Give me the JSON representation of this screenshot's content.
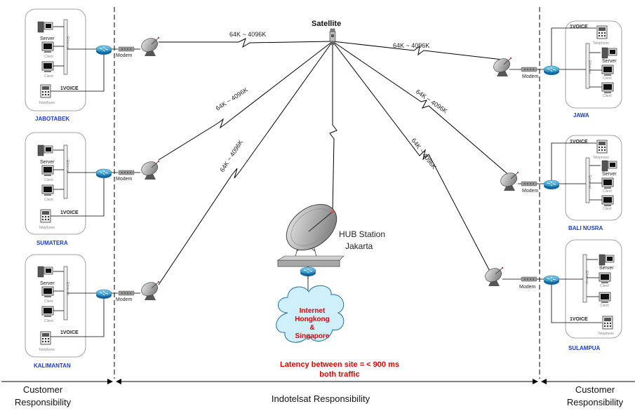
{
  "satellite": {
    "label": "Satellite"
  },
  "link_speed": "64K ~ 4096K",
  "modem_label": "Modem",
  "ethernet_label": "Ethernet",
  "server_label": "Server",
  "client_label": "Client",
  "voice_label": "1VOICE",
  "telephone_label": "Telephone",
  "sites": {
    "left": [
      "JABOTABEK",
      "SUMATERA",
      "KALIMANTAN"
    ],
    "right": [
      "JAWA",
      "BALI NUSRA",
      "SULAMPUA"
    ]
  },
  "hub": {
    "line1": "HUB Station",
    "line2": "Jakarta"
  },
  "internet": {
    "line1": "Internet",
    "line2": "Hongkong",
    "line3": "&",
    "line4": "Singapore"
  },
  "latency": {
    "line1": "Latency between site = < 900 ms",
    "line2": "both traffic"
  },
  "responsibility": {
    "left_line1": "Customer",
    "left_line2": "Responsibility",
    "middle": "Indotelsat Responsibility",
    "right_line1": "Customer",
    "right_line2": "Responsibility"
  },
  "colors": {
    "site_label": "#1a3fc2",
    "latency": "#e00000",
    "cloud": "#cfeffb",
    "router": "#2a9fd8"
  }
}
